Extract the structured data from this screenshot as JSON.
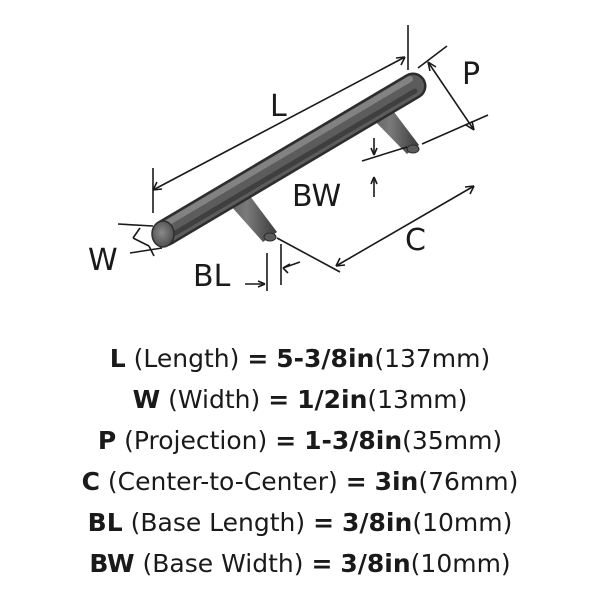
{
  "diagram": {
    "labels": {
      "L": "L",
      "P": "P",
      "BW": "BW",
      "C": "C",
      "W": "W",
      "BL": "BL"
    }
  },
  "specs": [
    {
      "code": "L",
      "name": "(Length)",
      "eq": "=",
      "value": "5-3/8in",
      "metric": "(137mm)"
    },
    {
      "code": "W",
      "name": "(Width)",
      "eq": "=",
      "value": "1/2in",
      "metric": "(13mm)"
    },
    {
      "code": "P",
      "name": "(Projection)",
      "eq": "=",
      "value": "1-3/8in",
      "metric": "(35mm)"
    },
    {
      "code": "C",
      "name": "(Center-to-Center)",
      "eq": "=",
      "value": "3in",
      "metric": "(76mm)"
    },
    {
      "code": "BL",
      "name": "(Base Length)",
      "eq": "=",
      "value": "3/8in",
      "metric": "(10mm)"
    },
    {
      "code": "BW",
      "name": "(Base Width)",
      "eq": "=",
      "value": "3/8in",
      "metric": "(10mm)"
    }
  ],
  "colors": {
    "metal_dark": "#3c3c3c",
    "metal_mid": "#6e6e6e",
    "metal_light": "#a6a6a6",
    "line": "#1a1a1a"
  }
}
